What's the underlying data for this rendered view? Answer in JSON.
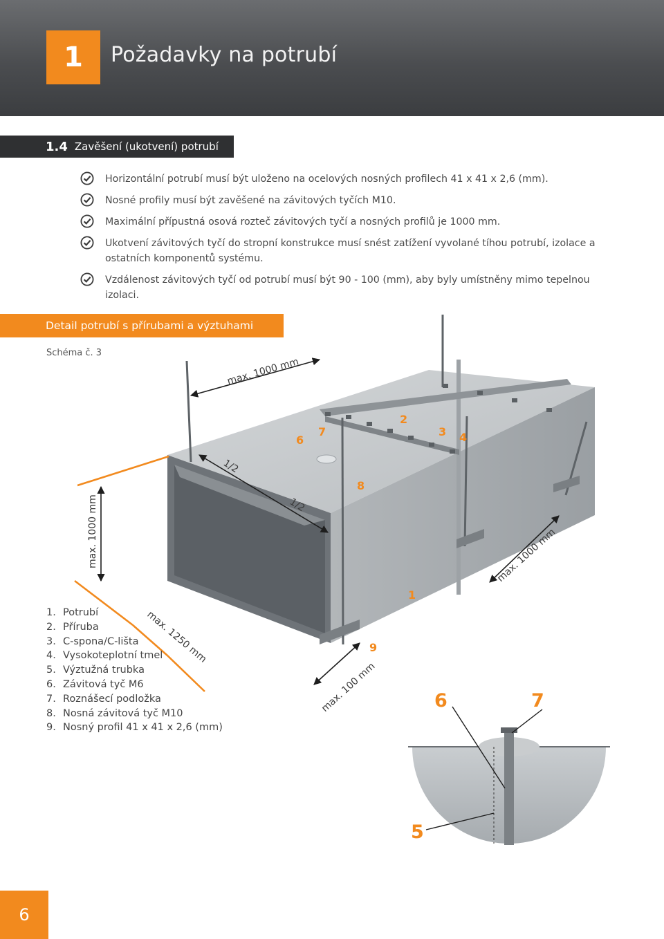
{
  "header": {
    "chapter_number": "1",
    "chapter_title": "Požadavky na potrubí"
  },
  "section": {
    "number": "1.4",
    "title": "Zavěšení (ukotvení) potrubí"
  },
  "bullets": [
    "Horizontální potrubí musí být uloženo na ocelových nosných profilech 41 x 41 x 2,6 (mm).",
    "Nosné profily musí být zavěšené na závitových tyčích M10.",
    "Maximální přípustná osová rozteč závitových tyčí a nosných profilů je 1000 mm.",
    "Ukotvení závitových tyčí do stropní konstrukce musí snést zatížení vyvolané tíhou potrubí, izolace a ostatních komponentů systému.",
    "Vzdálenost závitových tyčí od potrubí musí být 90 - 100 (mm), aby byly umístněny mimo tepelnou izolaci."
  ],
  "subheading": "Detail potrubí s přírubami a výztuhami",
  "schema_label": "Schéma č. 3",
  "dimensions": {
    "top": "max. 1000 mm",
    "left": "max. 1000 mm",
    "right": "max. 1000 mm",
    "diagonal": "max. 1250 mm",
    "rod": "max. 100 mm",
    "half_1": "1/2",
    "half_2": "1/2"
  },
  "callouts": {
    "c1": "1",
    "c2": "2",
    "c3": "3",
    "c4": "4",
    "c6": "6",
    "c7": "7",
    "c8": "8",
    "c9": "9",
    "big6": "6",
    "big7": "7",
    "big5": "5"
  },
  "legend": [
    {
      "num": "1.",
      "label": "Potrubí"
    },
    {
      "num": "2.",
      "label": "Příruba"
    },
    {
      "num": "3.",
      "label": "C-spona/C-lišta"
    },
    {
      "num": "4.",
      "label": "Vysokoteplotní tmel"
    },
    {
      "num": "5.",
      "label": "Výztužná trubka"
    },
    {
      "num": "6.",
      "label": "Závitová tyč M6"
    },
    {
      "num": "7.",
      "label": "Roznášecí podložka"
    },
    {
      "num": "8.",
      "label": "Nosná závitová tyč M10"
    },
    {
      "num": "9.",
      "label": "Nosný profil 41 x 41 x 2,6 (mm)"
    }
  ],
  "page_number": "6",
  "colors": {
    "accent": "#f28a1e",
    "header_dark": "#3b3d40",
    "duct": "#a8adb1"
  }
}
